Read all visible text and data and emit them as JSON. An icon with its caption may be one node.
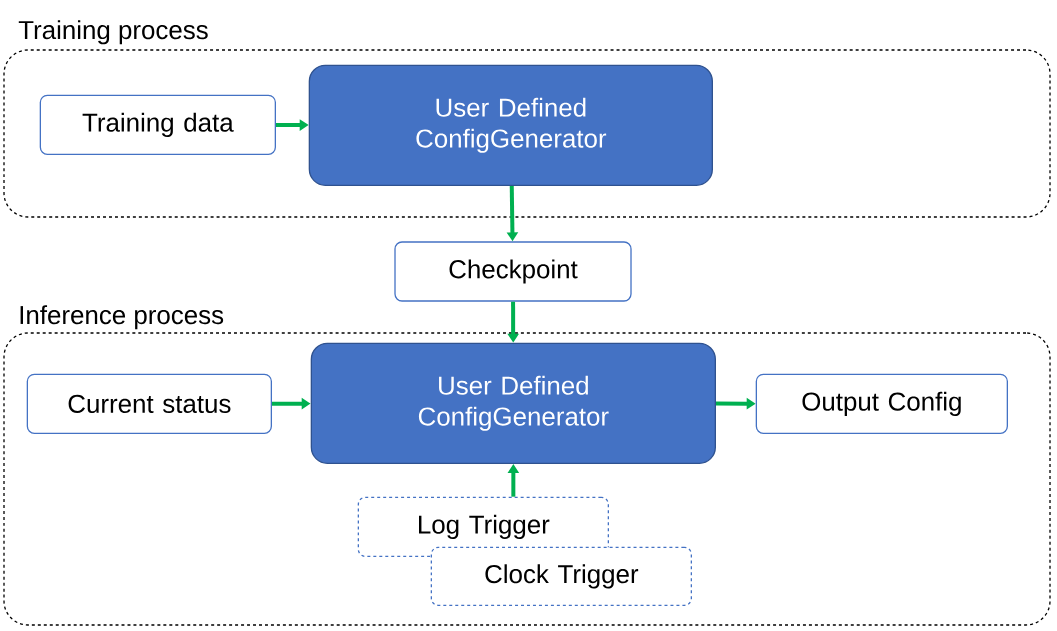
{
  "diagram": {
    "nodes": [
      {
        "text": [
          "Training process"
        ]
      },
      {
        "text": [
          "Training data"
        ],
        "in": 0
      },
      {
        "text": [
          "User Defined ConfigGenerator"
        ],
        "in": 0
      },
      {
        "text": [
          "Checkpoint"
        ]
      },
      {
        "text": [
          "Inference process"
        ]
      },
      {
        "text": [
          "Current status"
        ],
        "in": 4
      },
      {
        "text": [
          "User Defined ConfigGenerator"
        ],
        "in": 4
      },
      {
        "text": [
          "Output Config"
        ],
        "in": 4
      },
      {
        "text": [
          "Log Trigger"
        ],
        "in": 4
      },
      {
        "text": [
          "Clock Trigger"
        ],
        "in": 4
      }
    ],
    "edges": [
      {
        "from": 1,
        "to": 2,
        "arrow": "to"
      },
      {
        "from": 2,
        "to": 3,
        "arrow": "to"
      },
      {
        "from": 3,
        "to": 6,
        "arrow": "to"
      },
      {
        "from": 5,
        "to": 6,
        "arrow": "to"
      },
      {
        "from": 6,
        "to": 7,
        "arrow": "to"
      },
      {
        "from": 8,
        "to": 6,
        "arrow": "to"
      }
    ]
  }
}
